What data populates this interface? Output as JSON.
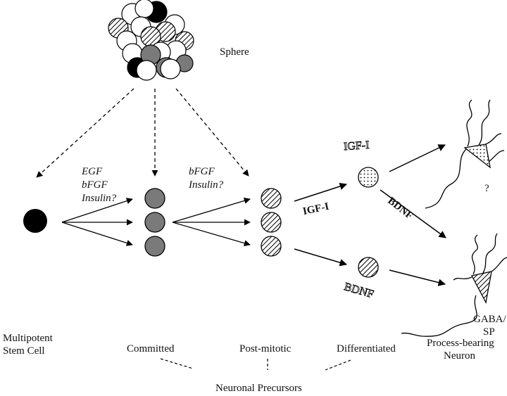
{
  "labels": {
    "sphere": "Sphere",
    "growth_factors_1": [
      "EGF",
      "bFGF",
      "Insulin?"
    ],
    "growth_factors_2": [
      "bFGF",
      "Insulin?"
    ],
    "igf_top": "IGF-I",
    "igf_arrow": "IGF-I",
    "bdnf_arrow": "BDNF",
    "bdnf_bottom": "BDNF",
    "question": "?",
    "gaba_line1": "GABA/",
    "gaba_line2": "SP",
    "multipotent_line1": "Multipotent",
    "multipotent_line2": "Stem Cell",
    "committed": "Committed",
    "post_mitotic": "Post-mitotic",
    "differentiated": "Differentiated",
    "process_line1": "Process-bearing",
    "process_line2": "Neuron",
    "neuronal_precursors": "Neuronal Precursors"
  },
  "colors": {
    "black_cell": "#000000",
    "committed_cell": "#7a7a7a",
    "line": "#000000"
  }
}
